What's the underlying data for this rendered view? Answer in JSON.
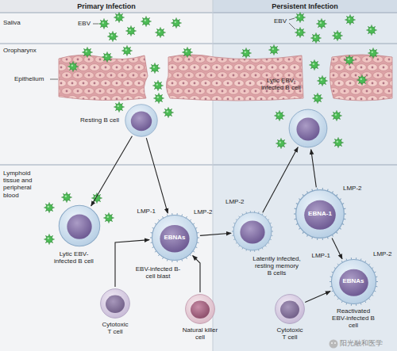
{
  "diagram": {
    "nodes": [
      {
        "text": [
          "Resting B cell"
        ]
      },
      {
        "text": [
          "Lytic EBV-infected B cell"
        ]
      },
      {
        "text": [
          "Lytic EBV-infected B cell"
        ]
      },
      {
        "text": [
          "LMP-1",
          "LMP-2",
          "EBNAs",
          "EBV-infected B-cell blast"
        ]
      },
      {
        "text": [
          "LMP-2"
        ]
      },
      {
        "text": [
          "EBNA-1",
          "LMP-2"
        ]
      },
      {
        "text": [
          "Cytotoxic T cell"
        ]
      },
      {
        "text": [
          "Natural killer cell"
        ]
      },
      {
        "text": [
          "LMP-1",
          "LMP-2",
          "EBNAs",
          "Reactivated EBV-infected B cell"
        ]
      },
      {
        "text": [
          "Cytotoxic T cell"
        ]
      }
    ],
    "edges": [
      {
        "from": 0,
        "to": 2,
        "arrow": "to"
      },
      {
        "from": 0,
        "to": 3,
        "arrow": "to"
      },
      {
        "from": 6,
        "to": 3,
        "arrow": "to"
      },
      {
        "from": 7,
        "to": 3,
        "arrow": "to"
      },
      {
        "from": 3,
        "to": 4,
        "arrow": "to"
      },
      {
        "from": 4,
        "to": 1,
        "arrow": "to"
      },
      {
        "from": 5,
        "to": 1,
        "arrow": "to"
      },
      {
        "from": 5,
        "to": 8,
        "arrow": "to"
      },
      {
        "from": 9,
        "to": 8,
        "arrow": "to"
      }
    ],
    "labels": [
      "Primary Infection",
      "Persistent Infection",
      "Saliva",
      "EBV",
      "EBV",
      "Oropharynx",
      "Epithelium",
      "Lymphoid tissue and peripheral blood",
      "Latently infected, resting memory B cells",
      "阳光融和医学"
    ]
  }
}
